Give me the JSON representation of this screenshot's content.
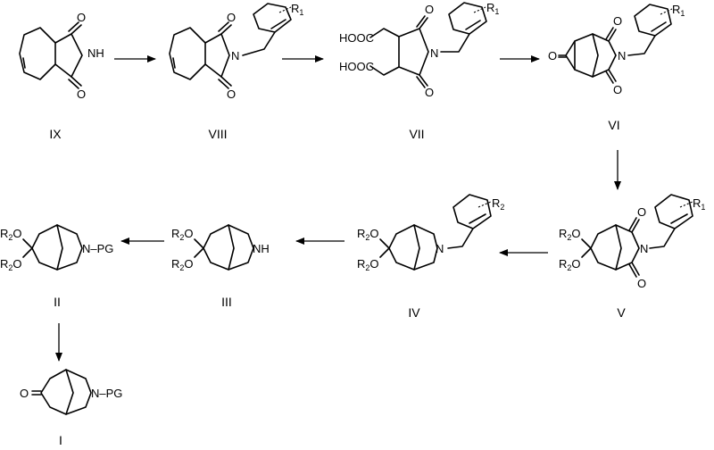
{
  "compounds": {
    "c9": {
      "label": "IX",
      "nh": "NH",
      "o_top": "O",
      "o_bot": "O"
    },
    "c8": {
      "label": "VIII",
      "n": "N",
      "o_top": "O",
      "o_bot": "O",
      "r": "R",
      "r_sub": "1"
    },
    "c7": {
      "label": "VII",
      "n": "N",
      "o_top": "O",
      "o_bot": "O",
      "acid_top": "HOOC",
      "acid_bot": "HOOC",
      "r": "R",
      "r_sub": "1"
    },
    "c6": {
      "label": "VI",
      "n": "N",
      "o_top": "O",
      "o_bot": "O",
      "ketone": "O",
      "r": "R",
      "r_sub": "1"
    },
    "c5": {
      "label": "V",
      "n": "N",
      "o_top": "O",
      "o_bot": "O",
      "or_top": "R",
      "or_top_sub": "2",
      "or_top_o": "O",
      "or_bot": "R",
      "or_bot_sub": "2",
      "or_bot_o": "O",
      "r": "R",
      "r_sub": "1"
    },
    "c4": {
      "label": "IV",
      "n": "N",
      "or_top": "R",
      "or_top_sub": "2",
      "or_top_o": "O",
      "or_bot": "R",
      "or_bot_sub": "2",
      "or_bot_o": "O",
      "r": "R",
      "r_sub": "2"
    },
    "c3": {
      "label": "III",
      "nh": "NH",
      "or_top": "R",
      "or_top_sub": "2",
      "or_top_o": "O",
      "or_bot": "R",
      "or_bot_sub": "2",
      "or_bot_o": "O"
    },
    "c2": {
      "label": "II",
      "npg": "N–PG",
      "or_top": "R",
      "or_top_sub": "2",
      "or_top_o": "O",
      "or_bot": "R",
      "or_bot_sub": "2",
      "or_bot_o": "O"
    },
    "c1": {
      "label": "I",
      "npg": "N–PG",
      "ketone": "O"
    }
  }
}
